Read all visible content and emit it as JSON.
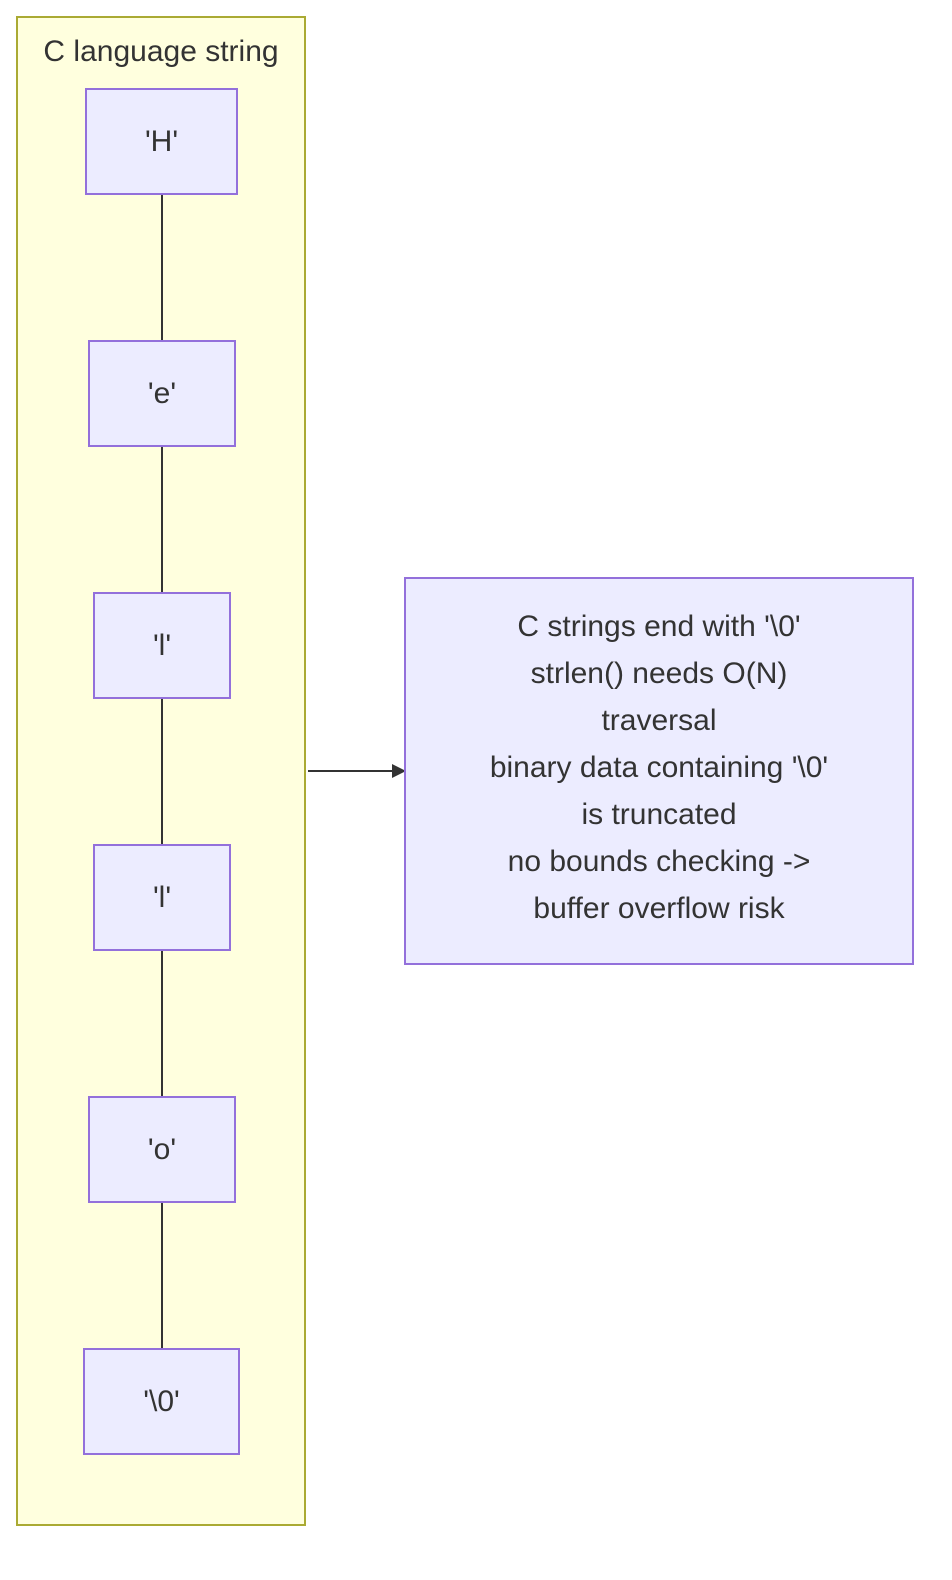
{
  "cluster": {
    "title": "C language string"
  },
  "chars": [
    {
      "label": "'H'"
    },
    {
      "label": "'e'"
    },
    {
      "label": "'l'"
    },
    {
      "label": "'l'"
    },
    {
      "label": "'o'"
    },
    {
      "label": "'\\0'"
    }
  ],
  "note": {
    "lines": [
      "C strings end with '\\0'",
      "strlen() needs O(N)",
      "traversal",
      "binary data containing '\\0'",
      "is truncated",
      "no bounds checking ->",
      "buffer overflow risk"
    ]
  },
  "colors": {
    "cluster_fill": "#ffffde",
    "cluster_stroke": "#aaaa33",
    "node_fill": "#ececff",
    "node_stroke": "#9370db",
    "edge": "#333333"
  }
}
